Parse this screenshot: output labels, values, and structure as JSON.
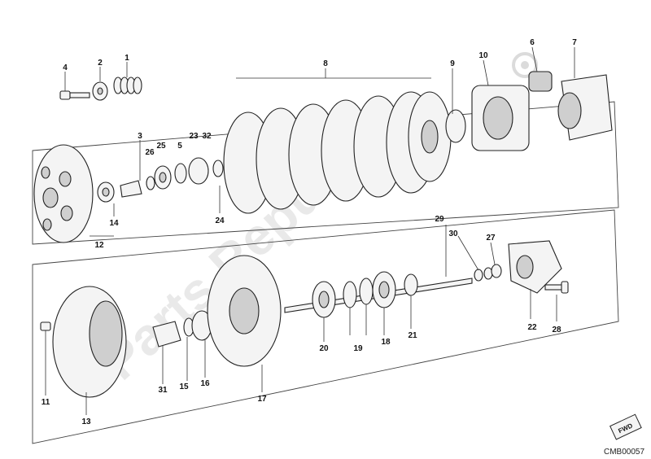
{
  "diagram": {
    "code": "CMB00057",
    "fwd_badge": "FWD",
    "watermark": "Parts Republic",
    "callouts": [
      {
        "id": "c1",
        "text": "1"
      },
      {
        "id": "c2",
        "text": "2"
      },
      {
        "id": "c3",
        "text": "3"
      },
      {
        "id": "c4",
        "text": "4"
      },
      {
        "id": "c5",
        "text": "5"
      },
      {
        "id": "c6",
        "text": "6"
      },
      {
        "id": "c7",
        "text": "7"
      },
      {
        "id": "c8",
        "text": "8"
      },
      {
        "id": "c9",
        "text": "9"
      },
      {
        "id": "c10",
        "text": "10"
      },
      {
        "id": "c11",
        "text": "11"
      },
      {
        "id": "c12",
        "text": "12"
      },
      {
        "id": "c13",
        "text": "13"
      },
      {
        "id": "c14",
        "text": "14"
      },
      {
        "id": "c15",
        "text": "15"
      },
      {
        "id": "c16",
        "text": "16"
      },
      {
        "id": "c17",
        "text": "17"
      },
      {
        "id": "c18",
        "text": "18"
      },
      {
        "id": "c19",
        "text": "19"
      },
      {
        "id": "c20",
        "text": "20"
      },
      {
        "id": "c21",
        "text": "21"
      },
      {
        "id": "c22",
        "text": "22"
      },
      {
        "id": "c23",
        "text": "23"
      },
      {
        "id": "c24",
        "text": "24"
      },
      {
        "id": "c25",
        "text": "25"
      },
      {
        "id": "c26",
        "text": "26"
      },
      {
        "id": "c27",
        "text": "27"
      },
      {
        "id": "c28",
        "text": "28"
      },
      {
        "id": "c29",
        "text": "29"
      },
      {
        "id": "c30",
        "text": "30"
      },
      {
        "id": "c31",
        "text": "31"
      },
      {
        "id": "c32",
        "text": "32"
      }
    ]
  }
}
